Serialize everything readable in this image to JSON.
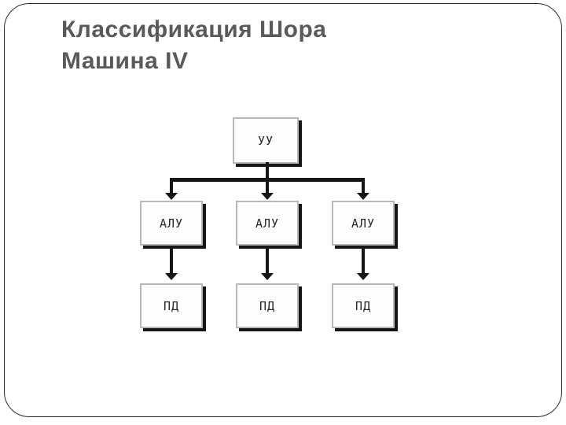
{
  "slide": {
    "title_line1": "Классификация Шора",
    "title_line2": "Машина IV"
  },
  "diagram": {
    "type": "tree",
    "root": {
      "label": "УУ"
    },
    "columns": [
      {
        "alu": "АЛУ",
        "pd": "ПД"
      },
      {
        "alu": "АЛУ",
        "pd": "ПД"
      },
      {
        "alu": "АЛУ",
        "pd": "ПД"
      }
    ],
    "edges": [
      "УУ -> АЛУ (x3, branched arrows)",
      "АЛУ -> ПД (one per column)"
    ]
  },
  "colors": {
    "background": "#ffffff",
    "frame_border": "#2a2a2a",
    "title_text": "#5a5a5a",
    "node_fill": "#fefefe",
    "node_border": "#b8b8b8",
    "node_shadow": "#161616",
    "node_text": "#2b2b2b",
    "connector": "#161616"
  }
}
